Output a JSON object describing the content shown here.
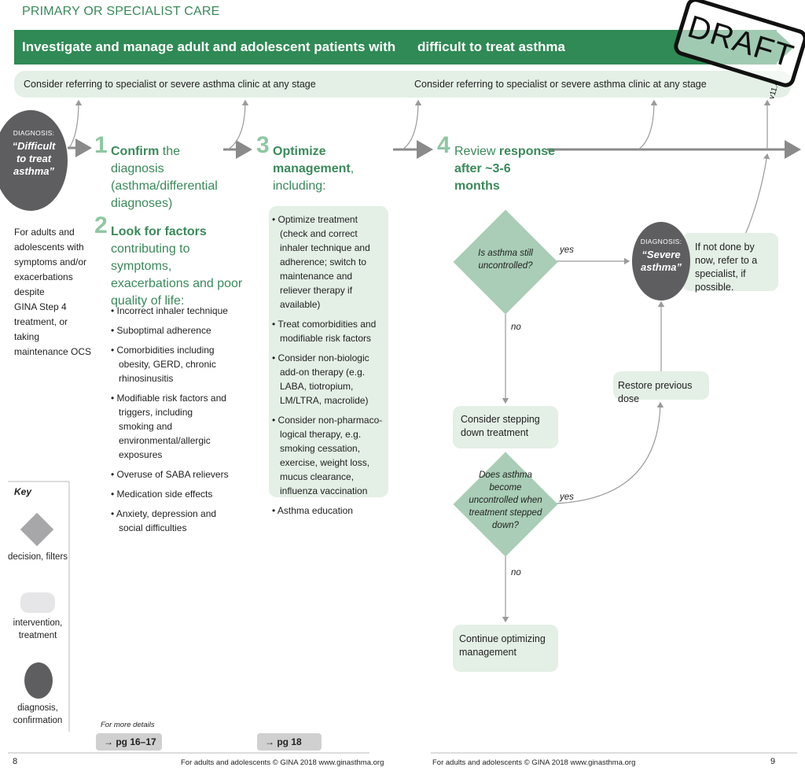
{
  "header": {
    "section_label": "PRIMARY OR SPECIALIST CARE",
    "banner_left": "Investigate and manage adult and adolescent patients with",
    "banner_right": "difficult to treat asthma",
    "refer_left": "Consider referring to specialist or severe asthma clinic at any stage",
    "refer_right": "Consider referring to specialist or severe asthma clinic at any stage"
  },
  "stamp": {
    "word": "DRAFT",
    "version": "v11.4"
  },
  "diagnosis_start": {
    "small": "DIAGNOSIS:",
    "line1": "“Difficult",
    "line2": "to treat",
    "line3": "asthma”",
    "description": [
      "For adults and",
      "adolescents with",
      "symptoms and/or",
      "exacerbations despite",
      "GINA Step 4",
      "treatment, or taking",
      "maintenance OCS"
    ]
  },
  "step1": {
    "number": "1",
    "bold": "Confirm",
    "rest": " the diagnosis",
    "line2": "(asthma/differential",
    "line3": "diagnoses)"
  },
  "step2": {
    "number": "2",
    "bold": "Look for factors",
    "line2": "contributing to symptoms,",
    "line3": "exacerbations and poor",
    "line4": "quality of life:",
    "bullets": [
      "• Incorrect inhaler technique",
      "• Suboptimal adherence",
      "• Comorbidities including obesity, GERD, chronic rhinosinusitis",
      "• Modifiable risk factors and triggers, including smoking and environmental/allergic exposures",
      "• Overuse of SABA relievers",
      "• Medication side effects",
      "• Anxiety, depression and social difficulties"
    ]
  },
  "step3": {
    "number": "3",
    "bold": "Optimize management",
    "comma": ",",
    "line2": "including:",
    "bullets": [
      "• Optimize treatment (check and correct inhaler technique and adherence; switch to maintenance and reliever therapy if available)",
      "• Treat comorbidities and modifiable risk factors",
      "• Consider non-biologic add-on therapy (e.g. LABA, tiotropium, LM/LTRA, macrolide)",
      "• Consider non-pharmaco-logical therapy, e.g. smoking cessation, exercise, weight loss, mucus clearance, influenza vaccination",
      "• Asthma education"
    ]
  },
  "step4": {
    "number": "4",
    "plain": "Review ",
    "bold1": "response",
    "line2": "after ~3-6 months"
  },
  "decision1": {
    "text": "Is asthma still uncontrolled?",
    "yes": "yes",
    "no": "no"
  },
  "decision2": {
    "text": "Does asthma become uncontrolled when treatment stepped down?",
    "yes": "yes",
    "no": "no"
  },
  "boxes": {
    "step_down": "Consider stepping down treatment",
    "continue": "Continue optimizing management",
    "restore": "Restore previous dose",
    "refer": "If not done by now, refer to a specialist, if possible."
  },
  "diagnosis_severe": {
    "small": "DIAGNOSIS:",
    "line1": "“Severe",
    "line2": "asthma”"
  },
  "key": {
    "title": "Key",
    "decision": "decision, filters",
    "intervention": "intervention, treatment",
    "diagnosis": "diagnosis, confirmation"
  },
  "more_details": {
    "label": "For more details",
    "pg1": "→ pg 16–17",
    "pg2": "→ pg 18"
  },
  "footer": {
    "left_page": "8",
    "left_text": "For adults and adolescents  © GINA 2018  www.ginasthma.org",
    "right_text": "For adults and adolescents  © GINA 2018  www.ginasthma.org",
    "right_page": "9"
  },
  "colors": {
    "green_dark": "#2f8a55",
    "green_light": "#e4efe6",
    "green_diamond": "#a9cdb6",
    "grey_circle": "#5e5e60",
    "arrow": "#8a8a8a"
  }
}
